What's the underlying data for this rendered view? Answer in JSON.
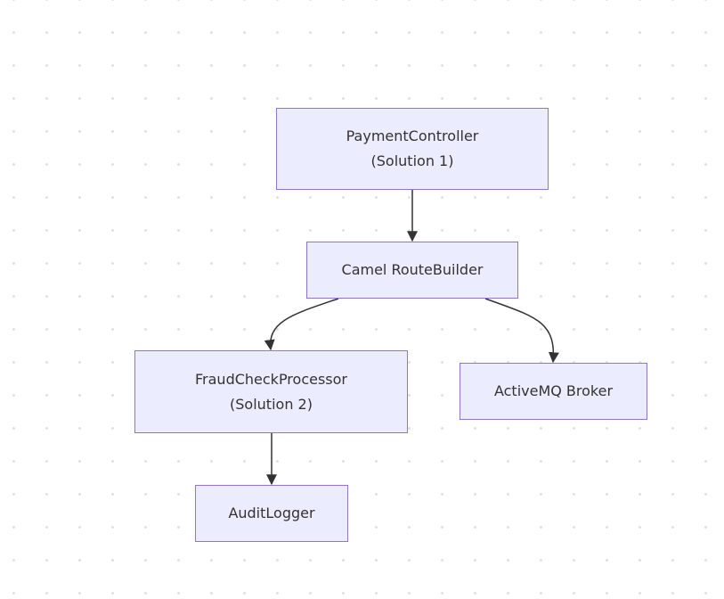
{
  "diagram": {
    "type": "flowchart",
    "direction": "top-down",
    "colors": {
      "node_fill": "#ececff",
      "node_border": "#9370db",
      "edge": "#333333",
      "text": "#333333",
      "background_dots": "#e0e0e0"
    },
    "nodes": {
      "payment_controller": {
        "label": "PaymentController\n(Solution 1)"
      },
      "camel_route_builder": {
        "label": "Camel RouteBuilder"
      },
      "fraud_check_processor": {
        "label": "FraudCheckProcessor\n(Solution 2)"
      },
      "activemq_broker": {
        "label": "ActiveMQ Broker"
      },
      "audit_logger": {
        "label": "AuditLogger"
      }
    },
    "edges": [
      {
        "from": "payment_controller",
        "to": "camel_route_builder"
      },
      {
        "from": "camel_route_builder",
        "to": "fraud_check_processor"
      },
      {
        "from": "camel_route_builder",
        "to": "activemq_broker"
      },
      {
        "from": "fraud_check_processor",
        "to": "audit_logger"
      }
    ]
  }
}
